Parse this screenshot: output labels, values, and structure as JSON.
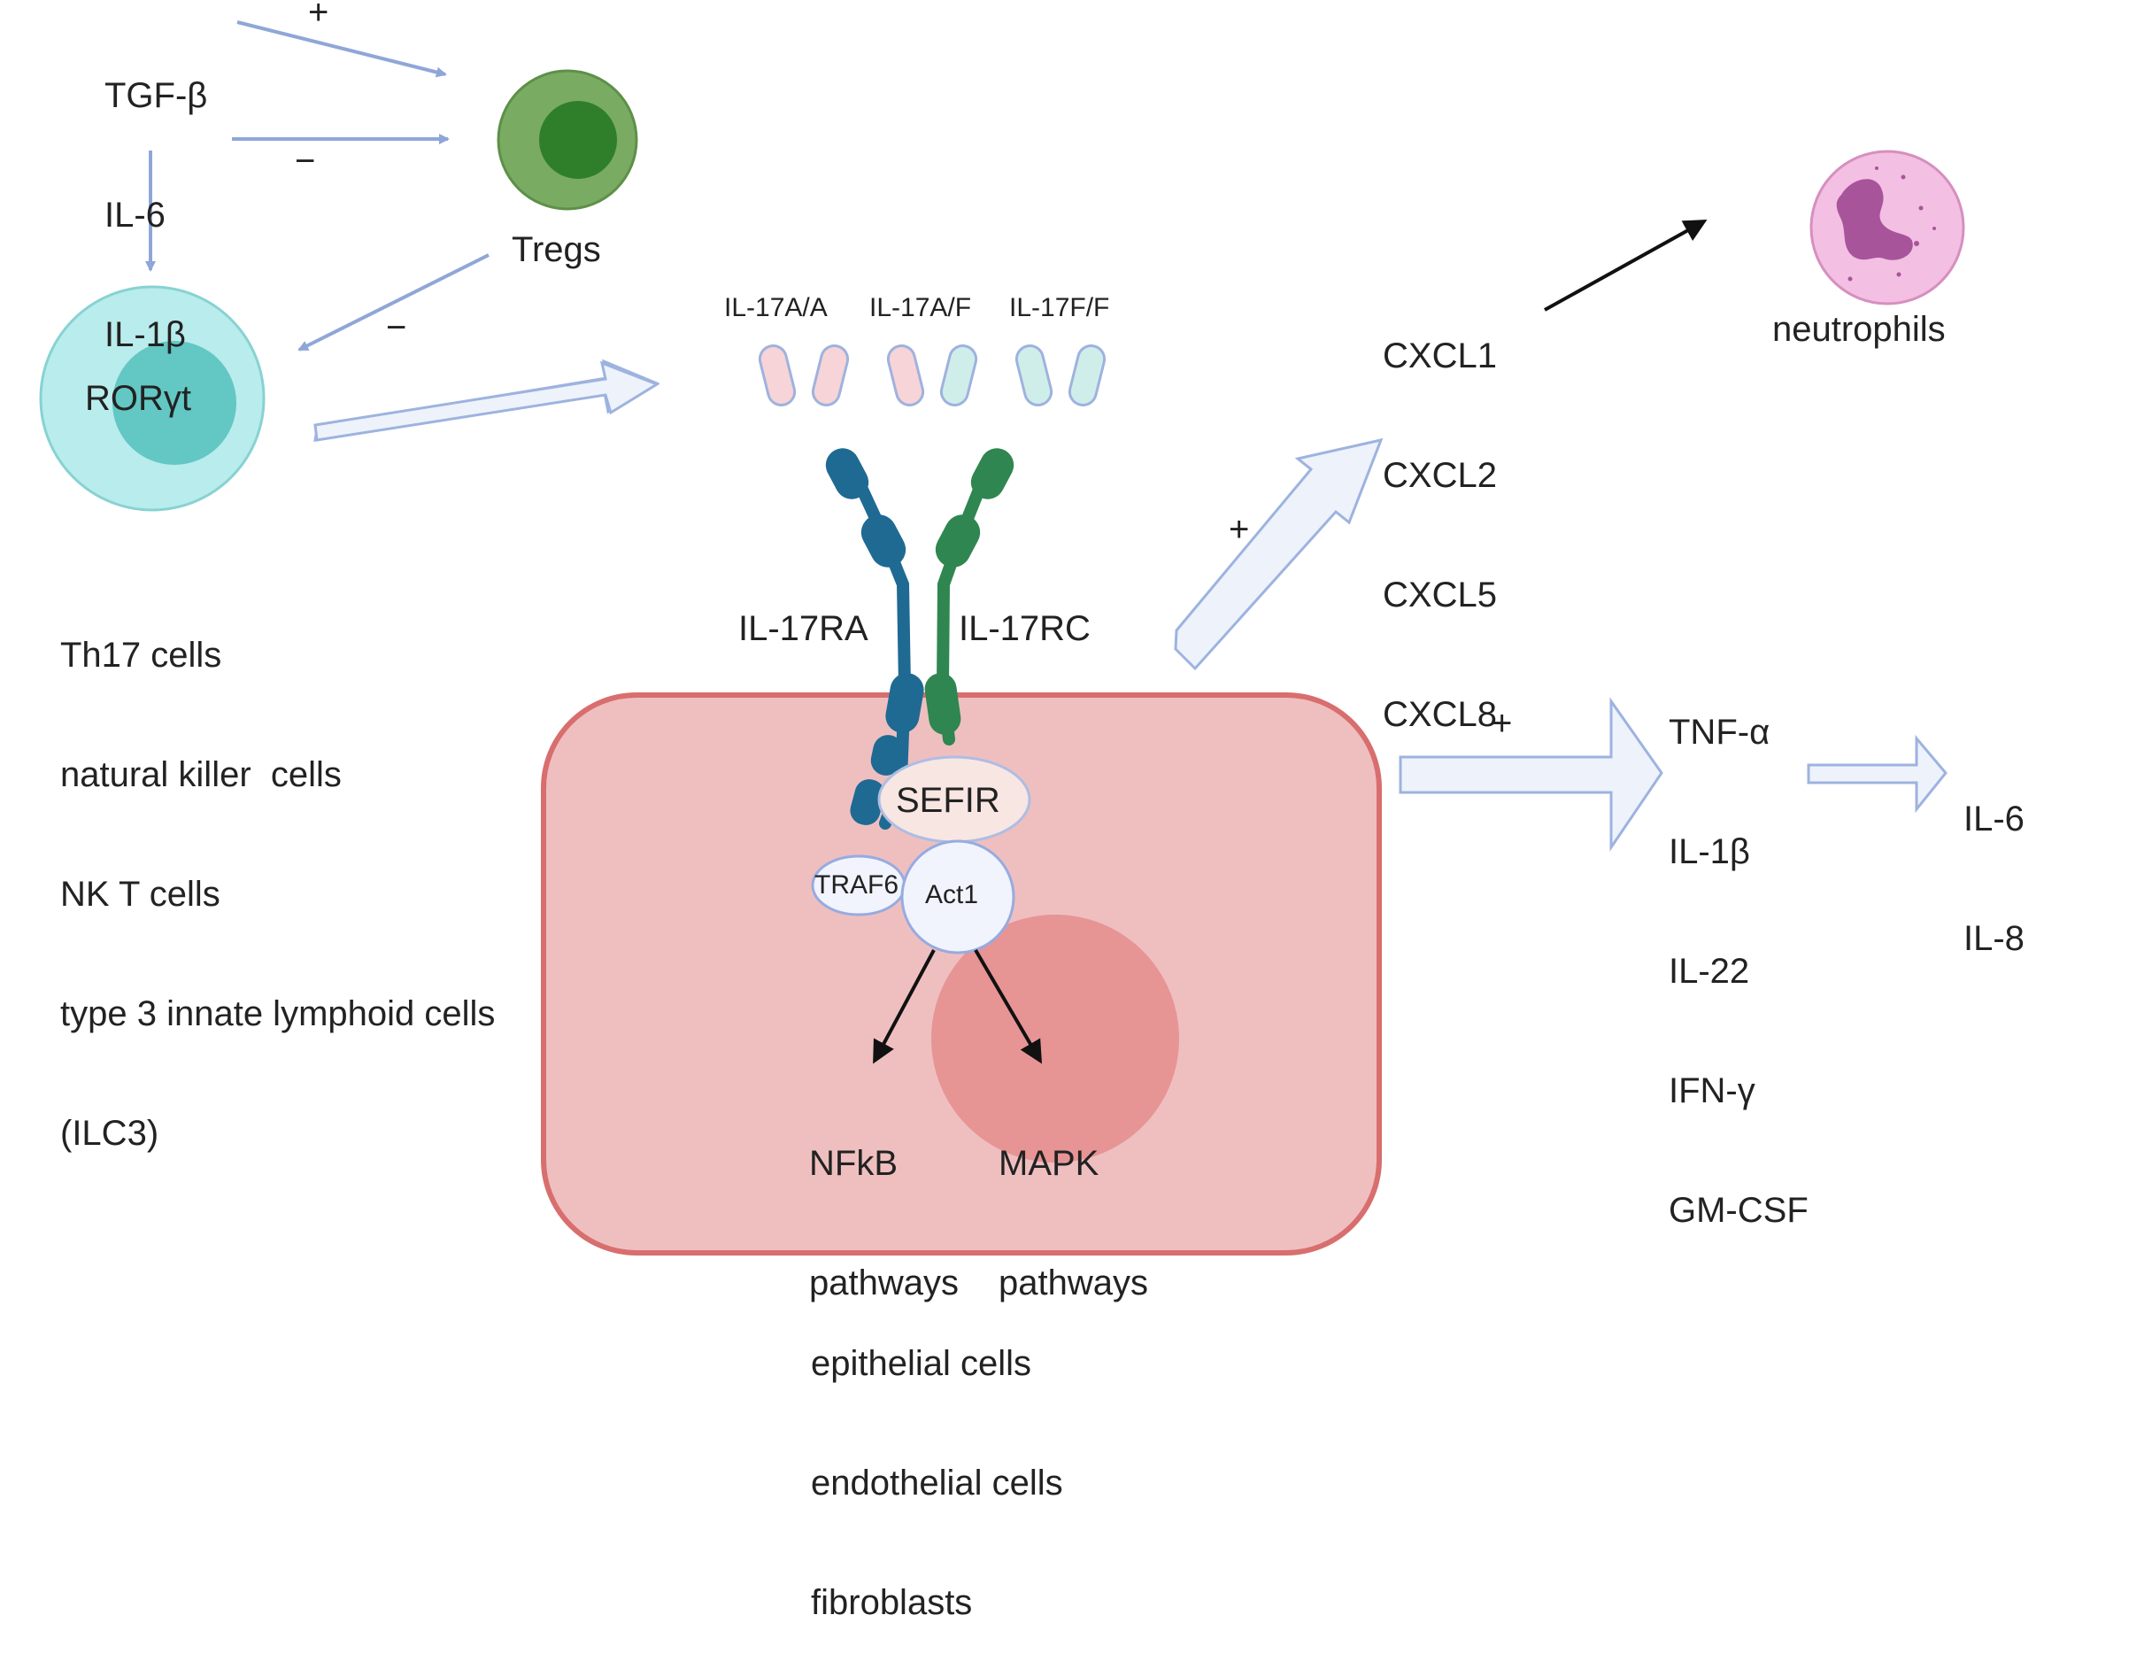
{
  "cytokines_inducing": [
    "TGF-β",
    "IL-6",
    "IL-1β"
  ],
  "signs": {
    "plus": "+",
    "minus": "−"
  },
  "tregs_label": "Tregs",
  "roryt_label": "RORγt",
  "source_cells": [
    "Th17 cells",
    "natural killer  cells",
    "NK T cells",
    "type 3 innate lymphoid cells",
    "(ILC3)"
  ],
  "il17_dimers": [
    "IL-17A/A",
    "IL-17A/F",
    "IL-17F/F"
  ],
  "receptors": {
    "ra": "IL-17RA",
    "rc": "IL-17RC"
  },
  "sefir_label": "SEFIR",
  "traf6_label": "TRAF6",
  "act1_label": "Act1",
  "pathways": {
    "nfkb": [
      "NFkB",
      "pathways"
    ],
    "mapk": [
      "MAPK",
      "pathways"
    ]
  },
  "target_cells": [
    "epithelial cells",
    "endothelial cells",
    "fibroblasts"
  ],
  "chemokines": [
    "CXCL1",
    "CXCL2",
    "CXCL5",
    "CXCL8"
  ],
  "neutrophils_label": "neutrophils",
  "inflammatory_mediators": [
    "TNF-α",
    "IL-1β",
    "IL-22",
    "IFN-γ",
    "GM-CSF"
  ],
  "downstream": [
    "IL-6",
    "IL-8"
  ],
  "colors": {
    "thin_arrow": "#8fa6d8",
    "block_arrow_fill": "#eef2fb",
    "block_arrow_stroke": "#9db3df",
    "treg_outer": "#7aab62",
    "treg_inner": "#2f7f2a",
    "roryt_outer": "#b9ecec",
    "roryt_inner": "#63c7c4",
    "cell_fill": "#efbfc0",
    "cell_stroke": "#d86e6e",
    "nucleus": "#e79495",
    "ra_blue": "#1f6a93",
    "rc_green": "#2f8650",
    "pink_pill": "#f7d4d7",
    "teal_pill": "#cfeeea",
    "neutrophil": "#f3bfe2",
    "neutrophil_nucleus": "#a8549b"
  }
}
